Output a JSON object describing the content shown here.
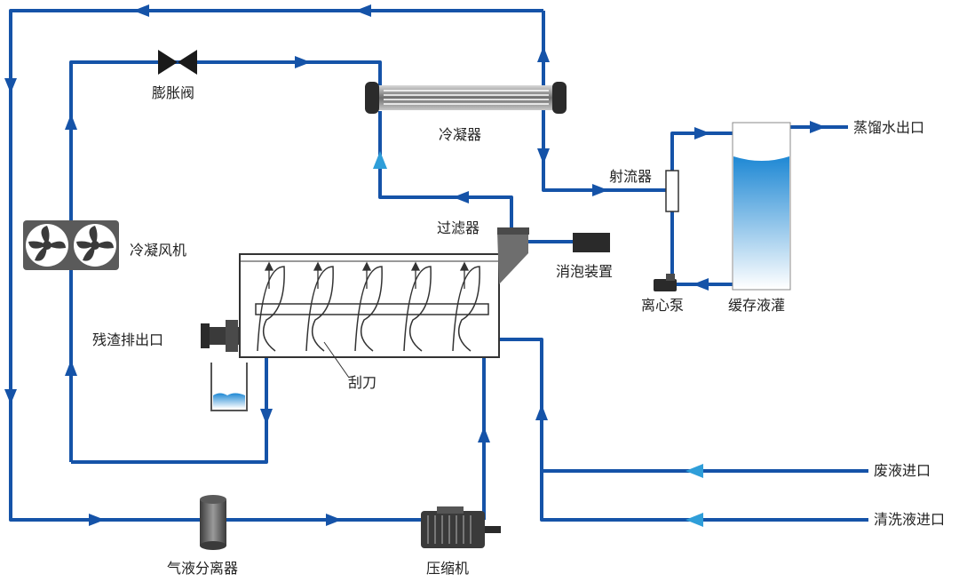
{
  "colors": {
    "pipe": "#1553a8",
    "arrow_light": "#2f9ed9",
    "equipment_dark": "#3a3a3a",
    "equipment_mid": "#8c8c8c",
    "tank_liquid": "#1e88d4"
  },
  "labels": {
    "expansion_valve": "膨胀阀",
    "condenser": "冷凝器",
    "ejector": "射流器",
    "distilled_outlet": "蒸馏水出口",
    "condenser_fan": "冷凝风机",
    "filter": "过滤器",
    "defoamer": "消泡装置",
    "centrifugal_pump": "离心泵",
    "buffer_tank": "缓存液灌",
    "residue_outlet": "残渣排出口",
    "scraper": "刮刀",
    "waste_inlet": "废液进口",
    "cleaning_inlet": "清洗液进口",
    "gas_liquid_separator": "气液分离器",
    "compressor": "压缩机"
  },
  "icons": [
    "fan-icon",
    "valve-icon",
    "pump-icon",
    "compressor-icon"
  ]
}
